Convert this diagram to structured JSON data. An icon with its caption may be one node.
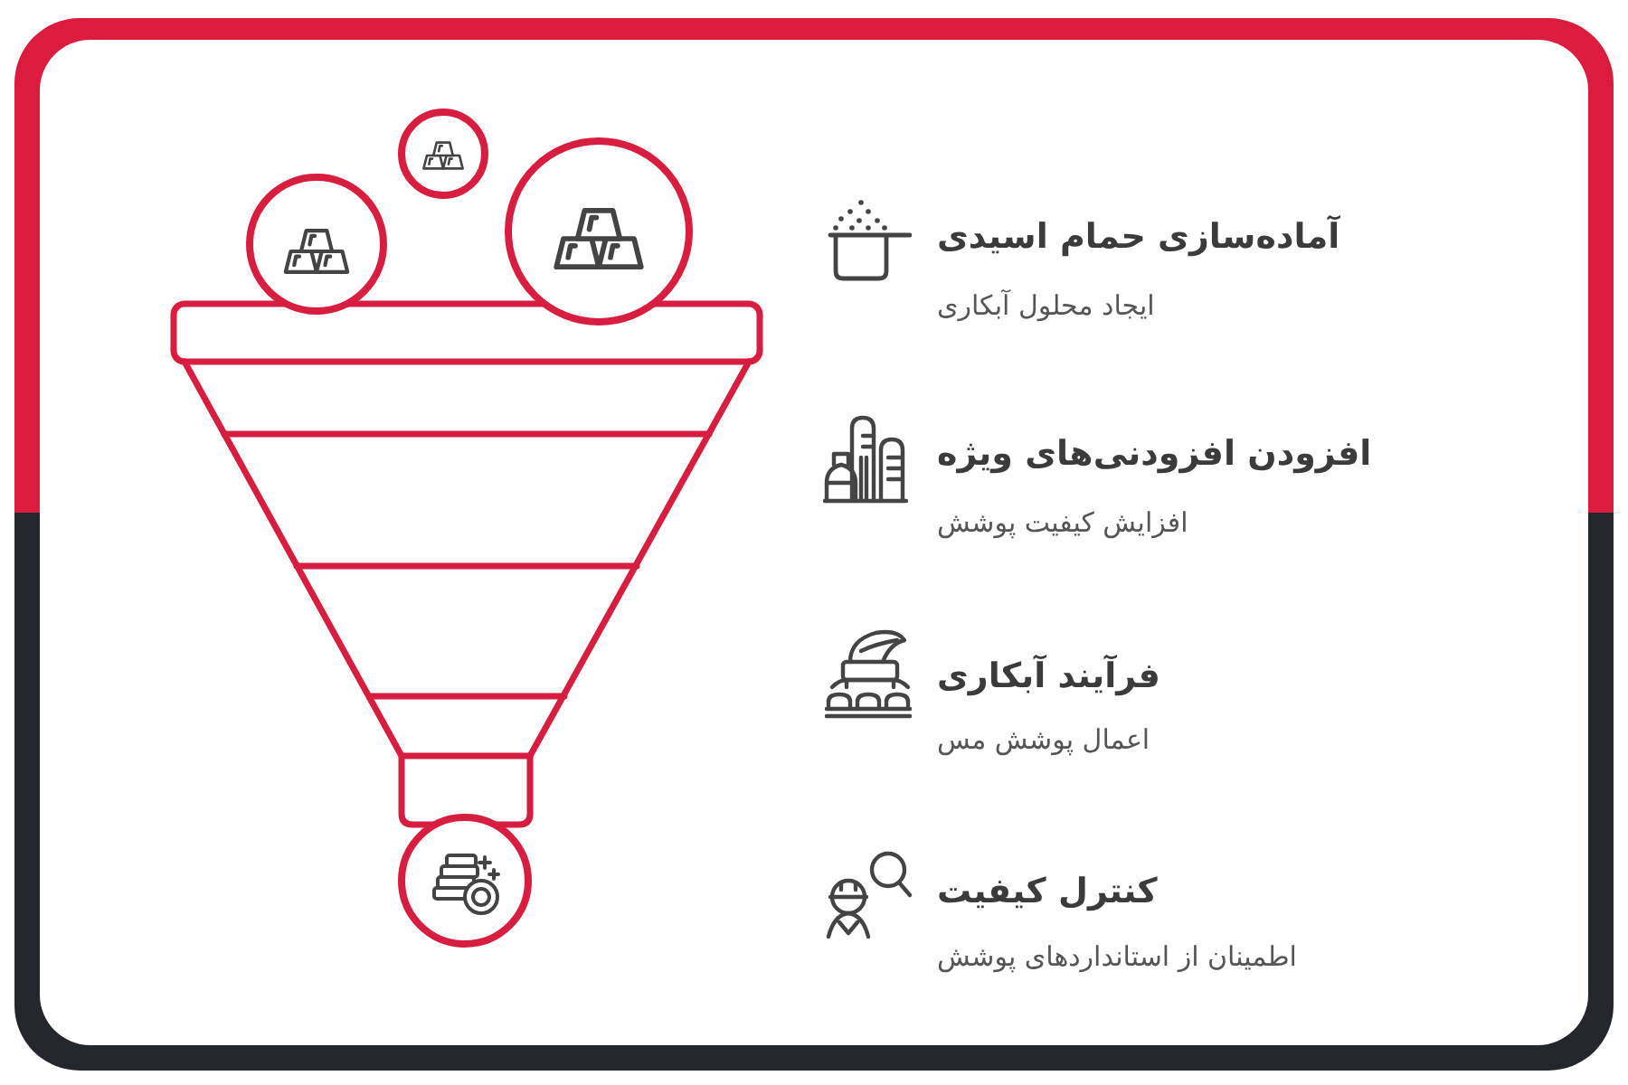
{
  "diagram": {
    "labels": [
      "آماده‌سازی حمام اسیدی",
      "ایجاد محلول آبکاری",
      "افزودن افزودنی‌های ویژه",
      "افزایش کیفیت پوشش",
      "فرآیند آبکاری",
      "اعمال پوشش مس",
      "کنترل کیفیت",
      "اطمینان از استانداردهای پوشش"
    ]
  }
}
